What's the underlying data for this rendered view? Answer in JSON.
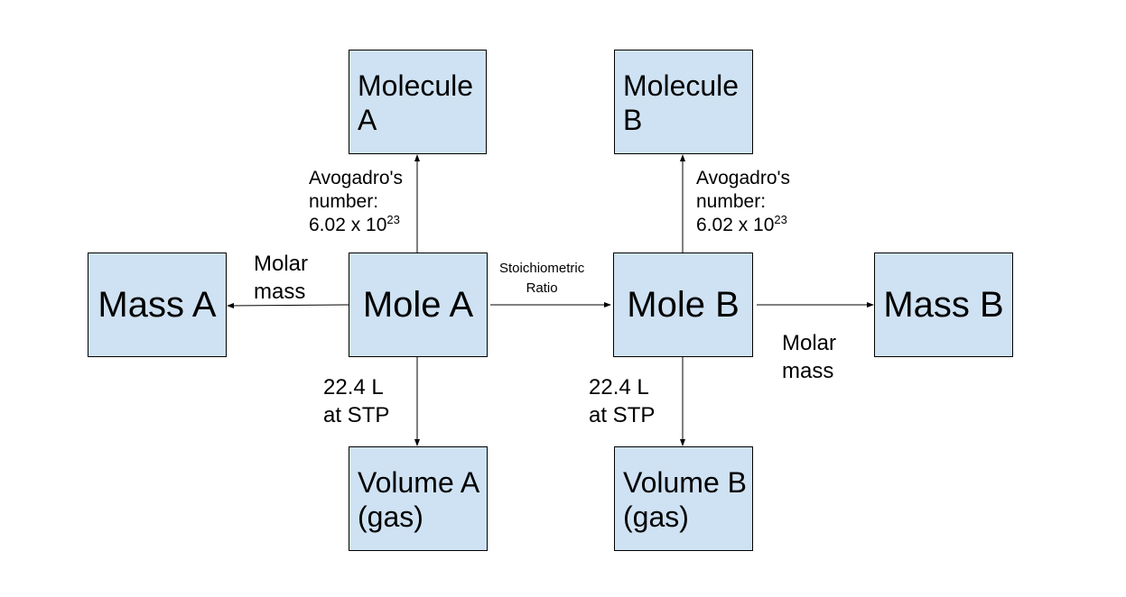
{
  "nodes": {
    "molecule_a": "Molecule A",
    "molecule_b": "Molecule B",
    "mass_a": "Mass A",
    "mole_a": "Mole A",
    "mole_b": "Mole B",
    "mass_b": "Mass B",
    "volume_a": "Volume A (gas)",
    "volume_b": "Volume B (gas)"
  },
  "edges": {
    "avogadro_a": {
      "line1": "Avogadro's",
      "line2": "number:",
      "value": "6.02 x 10",
      "exponent": "23"
    },
    "avogadro_b": {
      "line1": "Avogadro's",
      "line2": "number:",
      "value": "6.02 x 10",
      "exponent": "23"
    },
    "molar_mass_a": {
      "line1": "Molar",
      "line2": "mass"
    },
    "molar_mass_b": {
      "line1": "Molar",
      "line2": "mass"
    },
    "stoichiometric": {
      "line1": "Stoichiometric",
      "line2": "Ratio"
    },
    "stp_a": {
      "line1": "22.4 L",
      "line2": "at STP"
    },
    "stp_b": {
      "line1": "22.4 L",
      "line2": "at STP"
    }
  },
  "colors": {
    "box_fill": "#cfe2f3",
    "box_border": "#000000",
    "arrow": "#000000"
  }
}
